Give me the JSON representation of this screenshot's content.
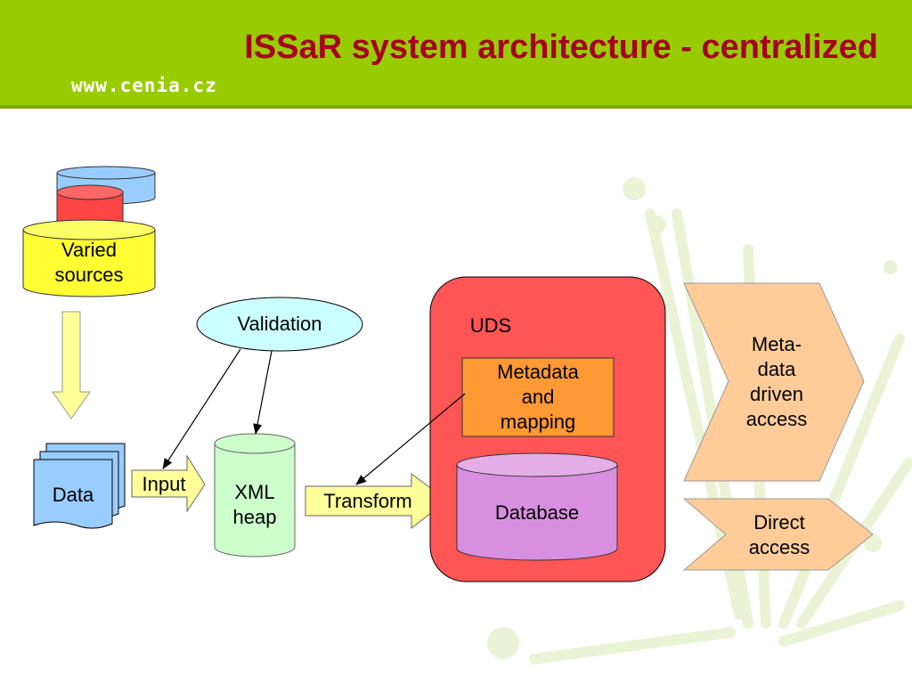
{
  "header": {
    "title": "ISSaR system architecture - centralized",
    "url": "www.cenia.cz"
  },
  "diagram": {
    "varied_sources": "Varied\nsources",
    "data": "Data",
    "input": "Input",
    "validation": "Validation",
    "xml_heap": "XML\nheap",
    "transform": "Transform",
    "uds": "UDS",
    "metadata_mapping": "Metadata\nand\nmapping",
    "database": "Database",
    "metadata_driven_access": "Meta-\ndata\ndriven\naccess",
    "direct_access": "Direct\naccess"
  },
  "colors": {
    "header_green": "#99cc00",
    "title_red": "#a50021",
    "uds_red": "#ff5555",
    "yellow": "#ffff66",
    "light_yellow": "#ffff99",
    "blue": "#99ccff",
    "cyan": "#ccffff",
    "green": "#ccffcc",
    "orange": "#ff9933",
    "violet": "#d98fe0",
    "peach": "#ffcc99"
  }
}
